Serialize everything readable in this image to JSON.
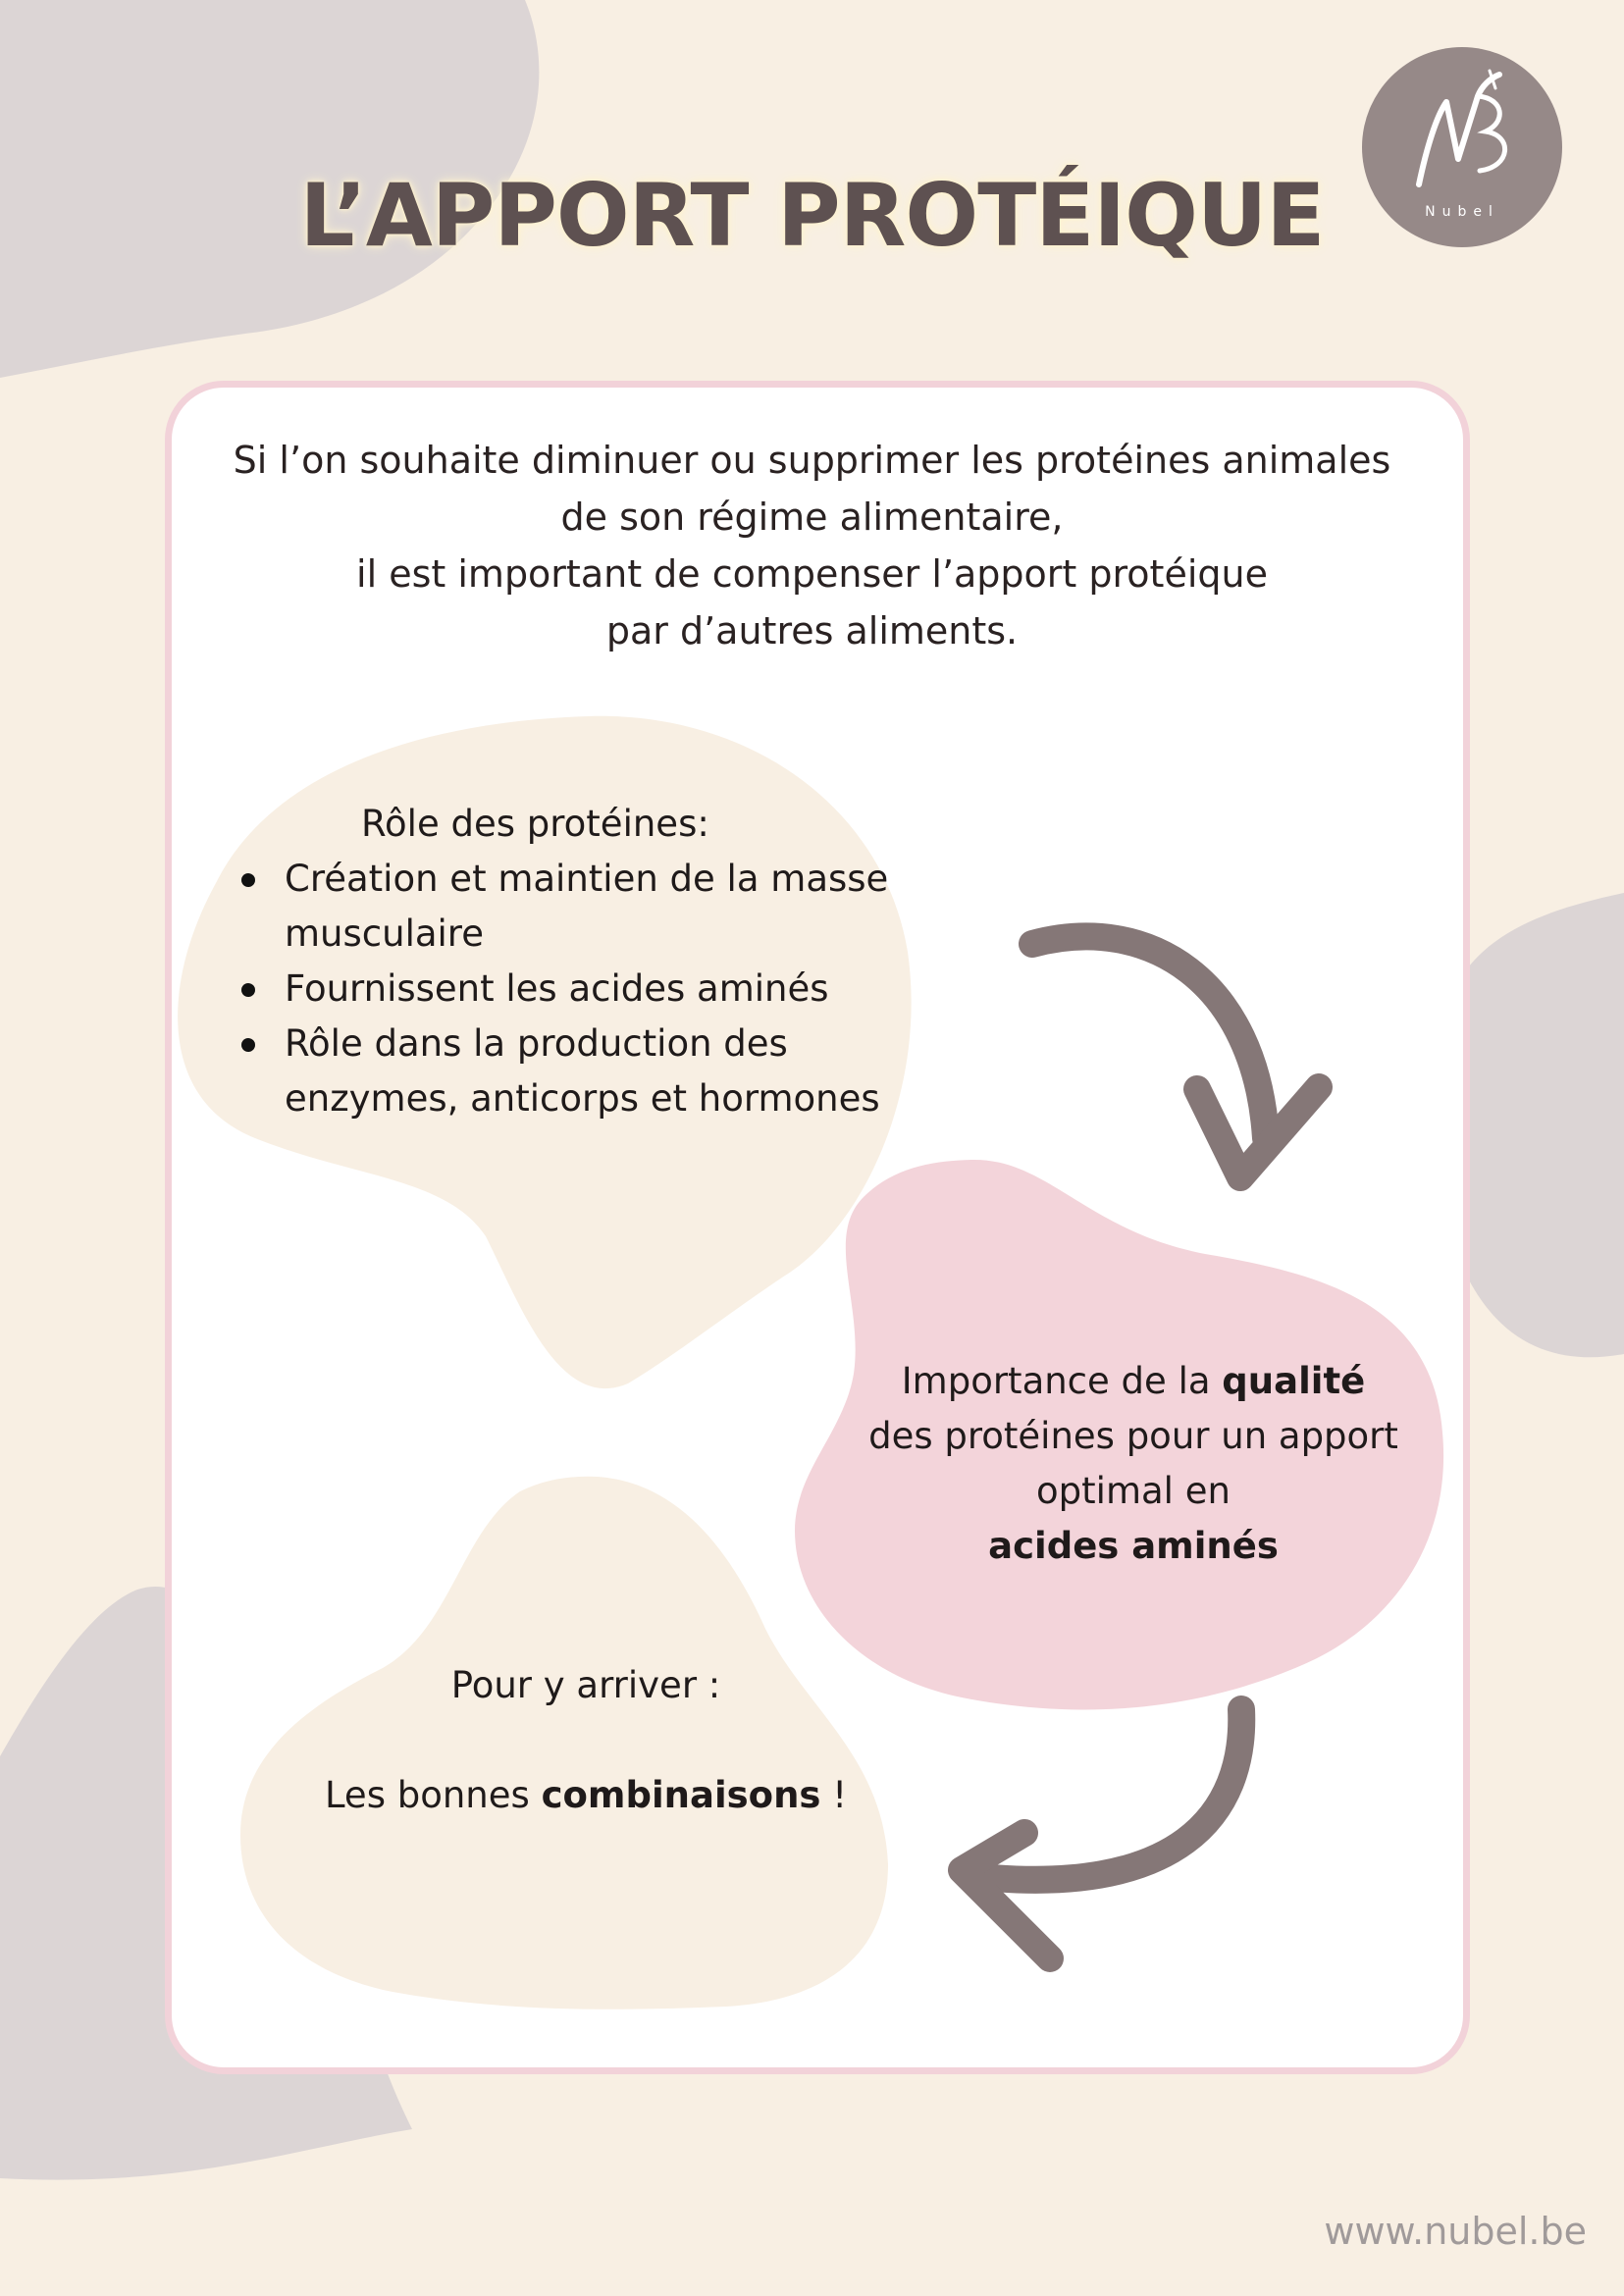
{
  "title": "L’APPORT PROTÉIQUE",
  "logo": {
    "text": "Nubel"
  },
  "intro": {
    "lines": [
      "Si l’on souhaite diminuer ou supprimer les protéines animales",
      "de son régime alimentaire,",
      "il est important de compenser l’apport protéique",
      "par d’autres aliments."
    ]
  },
  "roles": {
    "title": "Rôle des protéines:",
    "items": [
      "Création et maintien de la masse musculaire",
      "Fournissent les acides aminés",
      "Rôle dans la production des enzymes, anticorps et hormones"
    ]
  },
  "quality": {
    "part1": "Importance de la ",
    "bold1": "qualité",
    "part2": "des protéines pour un apport optimal en",
    "bold2": "acides aminés"
  },
  "arrive": {
    "line1": "Pour y arriver :",
    "prefix": "Les bonnes ",
    "bold": "combinaisons",
    "suffix": " !"
  },
  "footer": {
    "website": "www.nubel.be"
  },
  "colors": {
    "background": "#f8efe3",
    "grey_shape": "#dcd5d5",
    "card_border": "#f2d2d9",
    "beige_blob": "#f8efe3",
    "pink_blob": "#f3d4da",
    "arrow": "#857777",
    "logo_bg": "#968988",
    "title": "#5e5151"
  }
}
